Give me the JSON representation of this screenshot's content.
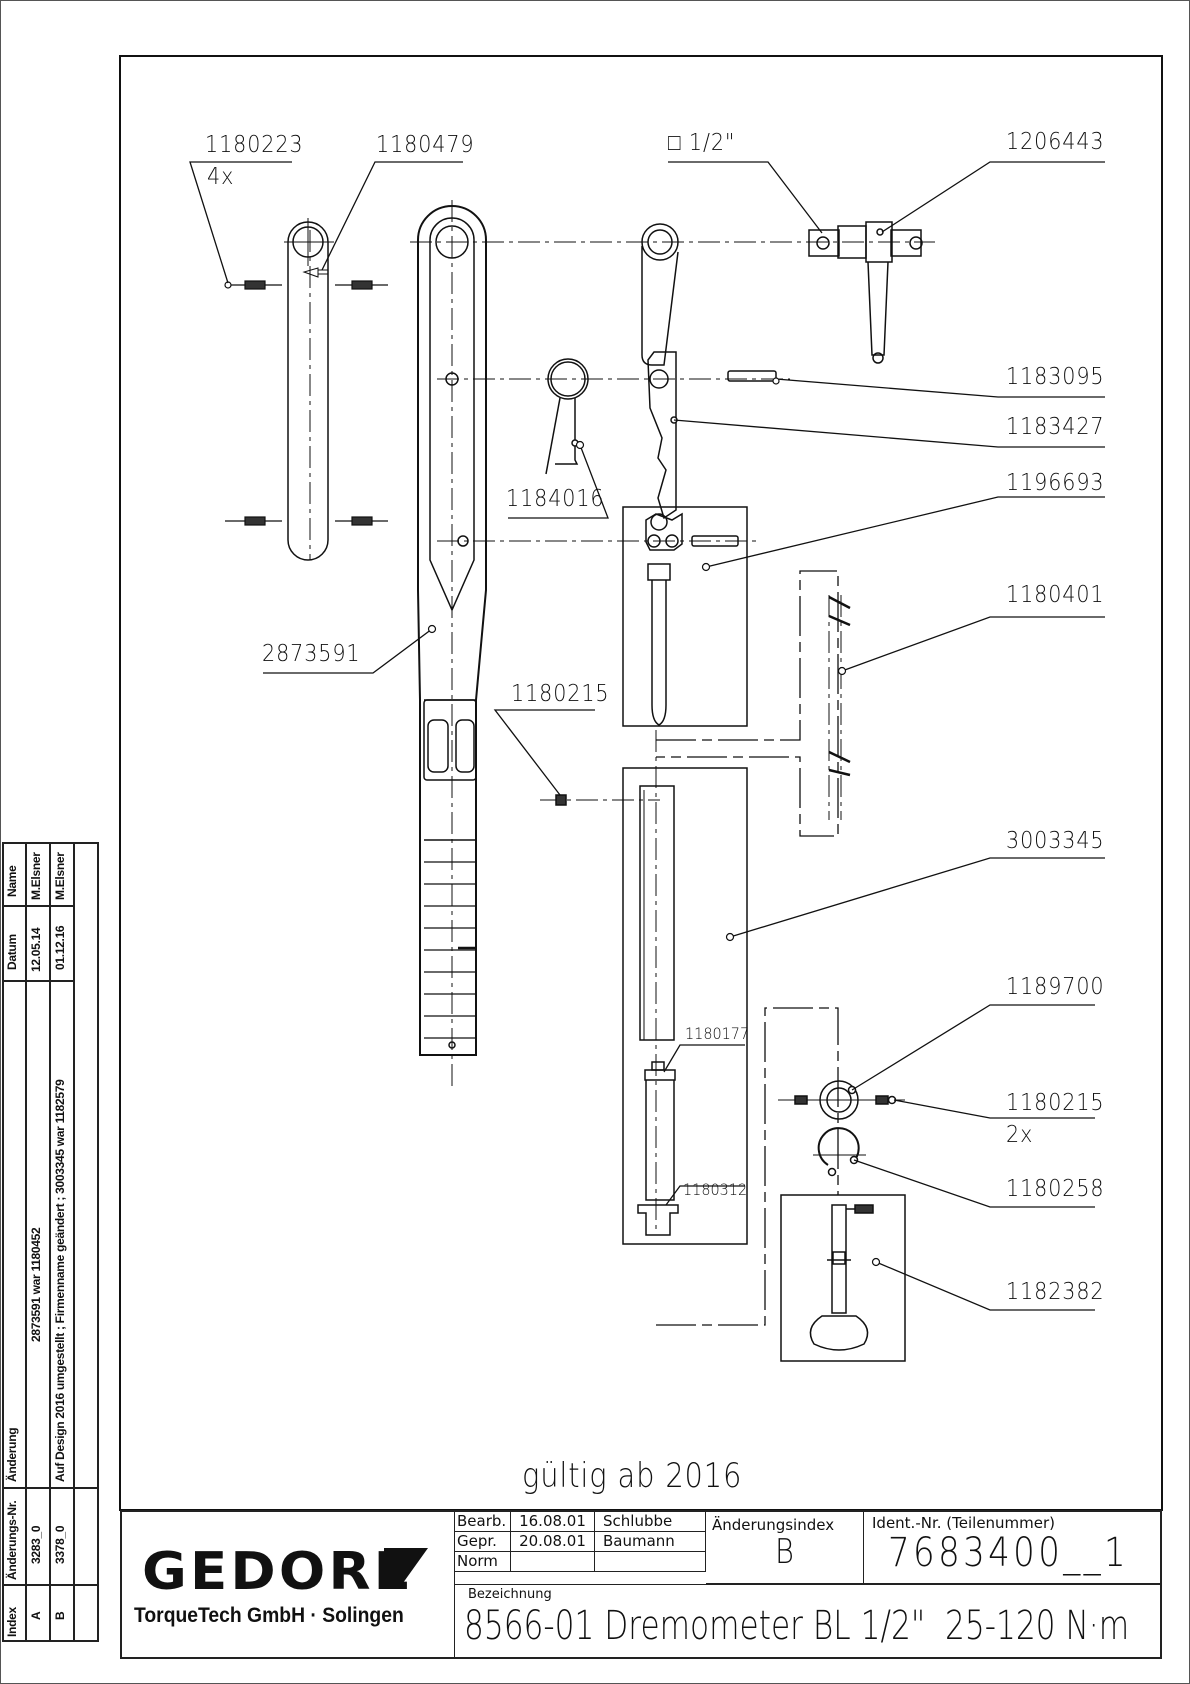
{
  "drawing": {
    "validity_note": "gültig ab 2016",
    "part_labels": [
      {
        "id": "label-1180223",
        "number": "1180223",
        "qty": "4x"
      },
      {
        "id": "label-1180479",
        "number": "1180479"
      },
      {
        "id": "label-square-drive",
        "number": "□ 1/2\""
      },
      {
        "id": "label-1206443",
        "number": "1206443"
      },
      {
        "id": "label-1183095",
        "number": "1183095"
      },
      {
        "id": "label-1183427",
        "number": "1183427"
      },
      {
        "id": "label-1184016",
        "number": "1184016"
      },
      {
        "id": "label-1196693",
        "number": "1196693"
      },
      {
        "id": "label-2873591",
        "number": "2873591"
      },
      {
        "id": "label-1180401",
        "number": "1180401"
      },
      {
        "id": "label-1180215-a",
        "number": "1180215"
      },
      {
        "id": "label-3003345",
        "number": "3003345"
      },
      {
        "id": "label-1180177",
        "number": "1180177"
      },
      {
        "id": "label-1180312",
        "number": "1180312"
      },
      {
        "id": "label-1189700",
        "number": "1189700"
      },
      {
        "id": "label-1180215-b",
        "number": "1180215",
        "qty": "2x"
      },
      {
        "id": "label-1180258",
        "number": "1180258"
      },
      {
        "id": "label-1182382",
        "number": "1182382"
      }
    ]
  },
  "revision_table": {
    "headers": {
      "index": "Index",
      "change_no": "Änderungs-Nr.",
      "change": "Änderung",
      "date": "Datum",
      "name": "Name"
    },
    "rows": [
      {
        "index": "A",
        "change_no": "3283_0",
        "change": "2873591 war 1180452",
        "date": "12.05.14",
        "name": "M.Elsner"
      },
      {
        "index": "B",
        "change_no": "3378_0",
        "change": "Auf Design 2016 umgestellt ; Firmenname geändert ; 3003345 war 1182579",
        "date": "01.12.16",
        "name": "M.Elsner"
      }
    ]
  },
  "title_block": {
    "brand": "GEDORE",
    "company": "TorqueTech GmbH · Solingen",
    "rows": [
      {
        "role": "Bearb.",
        "date": "16.08.01",
        "name": "Schlubbe"
      },
      {
        "role": "Gepr.",
        "date": "20.08.01",
        "name": "Baumann"
      },
      {
        "role": "Norm",
        "date": "",
        "name": ""
      }
    ],
    "change_index_label": "Änderungsindex",
    "change_index": "B",
    "ident_label": "Ident.-Nr.  (Teilenummer)",
    "ident_number": "7683400__1",
    "designation_label": "Bezeichnung",
    "designation": "8566-01 Dremometer BL 1/2\"  25-120 N·m"
  }
}
